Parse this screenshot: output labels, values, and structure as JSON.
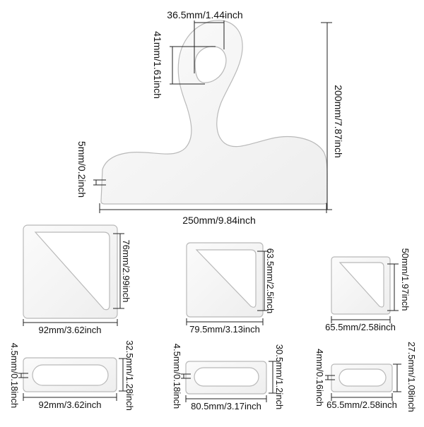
{
  "labels": {
    "handle_width": "36.5mm/1.44inch",
    "handle_height": "41mm/1.61inch",
    "base_thickness": "5mm/0.2inch",
    "overall_height": "200mm/7.87inch",
    "overall_width": "250mm/9.84inch",
    "tri_large_width": "92mm/3.62inch",
    "tri_large_height": "76mm/2.99inch",
    "tri_medium_width": "79.5mm/3.13inch",
    "tri_medium_height": "63.5mm/2.5inch",
    "tri_small_width": "65.5mm/2.58inch",
    "tri_small_height": "50mm/1.97inch",
    "slot_large_width": "92mm/3.62inch",
    "slot_large_height": "32.5mm/1.28inch",
    "slot_large_gap": "4.5mm/0.18inch",
    "slot_medium_width": "80.5mm/3.17inch",
    "slot_medium_height": "30.5mm/1.2inch",
    "slot_medium_gap": "4.5mm/0.18inch",
    "slot_small_width": "65.5mm/2.58inch",
    "slot_small_height": "27.5mm/1.08inch",
    "slot_small_gap": "4mm/0.16inch"
  }
}
